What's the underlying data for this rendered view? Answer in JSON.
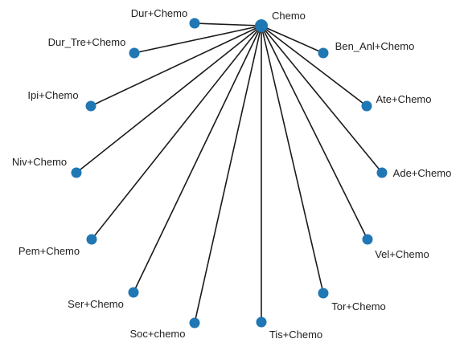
{
  "network": {
    "node_color": "#1f77b4",
    "edge_color": "#1a1a1a",
    "hub": {
      "id": "chemo",
      "label": "Chemo"
    },
    "nodes": [
      {
        "id": "chemo",
        "label": "Chemo"
      },
      {
        "id": "dur_chemo",
        "label": "Dur+Chemo"
      },
      {
        "id": "dur_tre_chemo",
        "label": "Dur_Tre+Chemo"
      },
      {
        "id": "ipi_chemo",
        "label": "Ipi+Chemo"
      },
      {
        "id": "niv_chemo",
        "label": "Niv+Chemo"
      },
      {
        "id": "pem_chemo",
        "label": "Pem+Chemo"
      },
      {
        "id": "ser_chemo",
        "label": "Ser+Chemo"
      },
      {
        "id": "soc_chemo",
        "label": "Soc+chemo"
      },
      {
        "id": "tis_chemo",
        "label": "Tis+Chemo"
      },
      {
        "id": "tor_chemo",
        "label": "Tor+Chemo"
      },
      {
        "id": "vel_chemo",
        "label": "Vel+Chemo"
      },
      {
        "id": "ade_chemo",
        "label": "Ade+Chemo"
      },
      {
        "id": "ate_chemo",
        "label": "Ate+Chemo"
      },
      {
        "id": "ben_anl_chemo",
        "label": "Ben_Anl+Chemo"
      }
    ],
    "edges": [
      [
        "chemo",
        "dur_chemo"
      ],
      [
        "chemo",
        "dur_tre_chemo"
      ],
      [
        "chemo",
        "ipi_chemo"
      ],
      [
        "chemo",
        "niv_chemo"
      ],
      [
        "chemo",
        "pem_chemo"
      ],
      [
        "chemo",
        "ser_chemo"
      ],
      [
        "chemo",
        "soc_chemo"
      ],
      [
        "chemo",
        "tis_chemo"
      ],
      [
        "chemo",
        "tor_chemo"
      ],
      [
        "chemo",
        "vel_chemo"
      ],
      [
        "chemo",
        "ade_chemo"
      ],
      [
        "chemo",
        "ate_chemo"
      ],
      [
        "chemo",
        "ben_anl_chemo"
      ]
    ]
  }
}
